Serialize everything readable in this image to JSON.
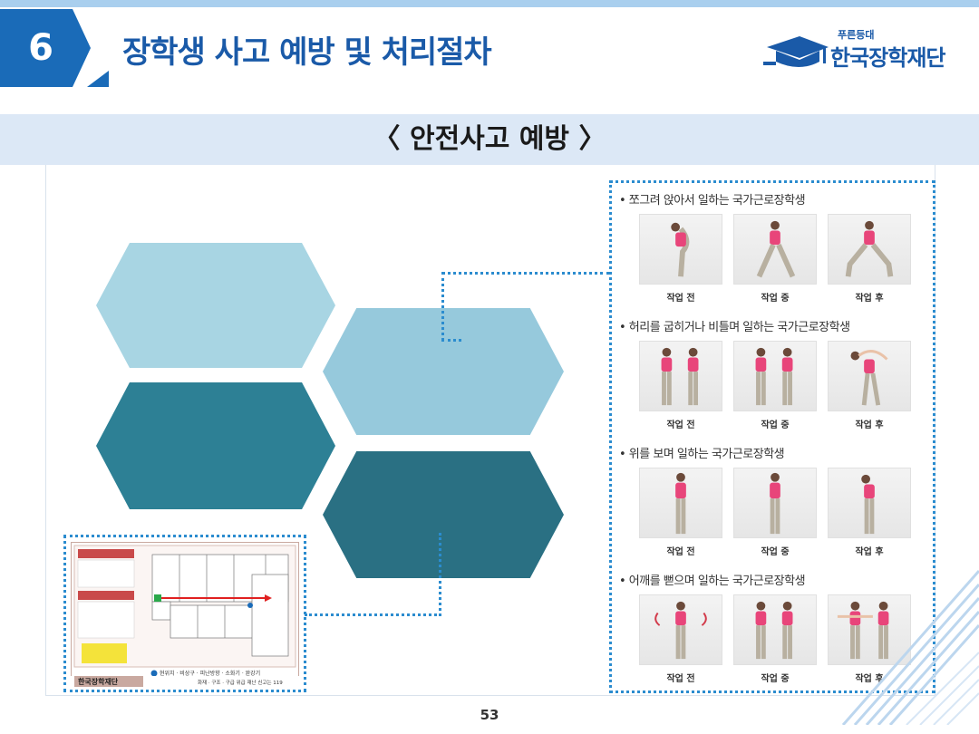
{
  "header": {
    "section_number": "6",
    "title": "장학생 사고 예방 및 처리절차"
  },
  "logo": {
    "sub": "푸른등대",
    "main": "한국장학재단"
  },
  "subtitle": "〈 안전사고 예방 〉",
  "floorplan": {
    "footer_name": "한국장학재단",
    "footer_note": "화재 · 구조 · 구급 위급 재난 신고는 119",
    "legend": "현위치 · 비상구 · 피난방향 · 소화기 · 완강기"
  },
  "exercises": [
    {
      "heading": "• 쪼그려 앉아서 일하는 국가근로장학생",
      "captions": [
        "작업 전",
        "작업 중",
        "작업 후"
      ]
    },
    {
      "heading": "• 허리를 굽히거나 비틀며 일하는 국가근로장학생",
      "captions": [
        "작업 전",
        "작업 중",
        "작업 후"
      ]
    },
    {
      "heading": "• 위를 보며 일하는 국가근로장학생",
      "captions": [
        "작업 전",
        "작업 중",
        "작업 후"
      ]
    },
    {
      "heading": "• 어깨를 뻗으며 일하는 국가근로장학생",
      "captions": [
        "작업 전",
        "작업 중",
        "작업 후"
      ]
    }
  ],
  "page_number": "53",
  "colors": {
    "primary": "#1a6bb8",
    "band": "#dce8f6",
    "hex_light": "#a8d5e3",
    "hex_mid": "#96c9dc",
    "hex_teal": "#2d8095",
    "hex_dark": "#2a7083",
    "dotted": "#2b8ccf",
    "shirt": "#e8457a"
  }
}
